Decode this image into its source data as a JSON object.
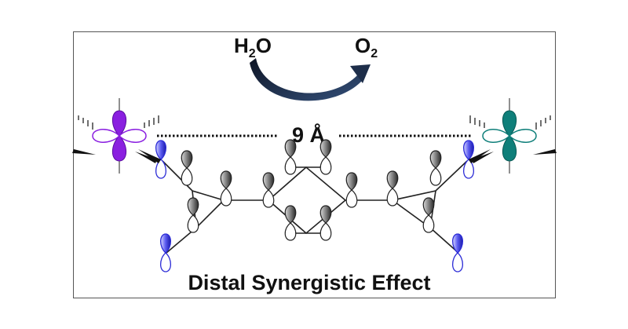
{
  "reaction": {
    "reactant_main": "H",
    "reactant_sub": "2",
    "reactant_tail": "O",
    "product_main": "O",
    "product_sub": "2"
  },
  "distance_label": "9 Å",
  "caption": "Distal Synergistic Effect",
  "colors": {
    "left_metal": "#8a1fe0",
    "right_metal": "#0f7f7a",
    "nitrogen_orbital": "#2b2bd6",
    "carbon_orbital": "#555555",
    "arrow": "#1e2e4a"
  }
}
